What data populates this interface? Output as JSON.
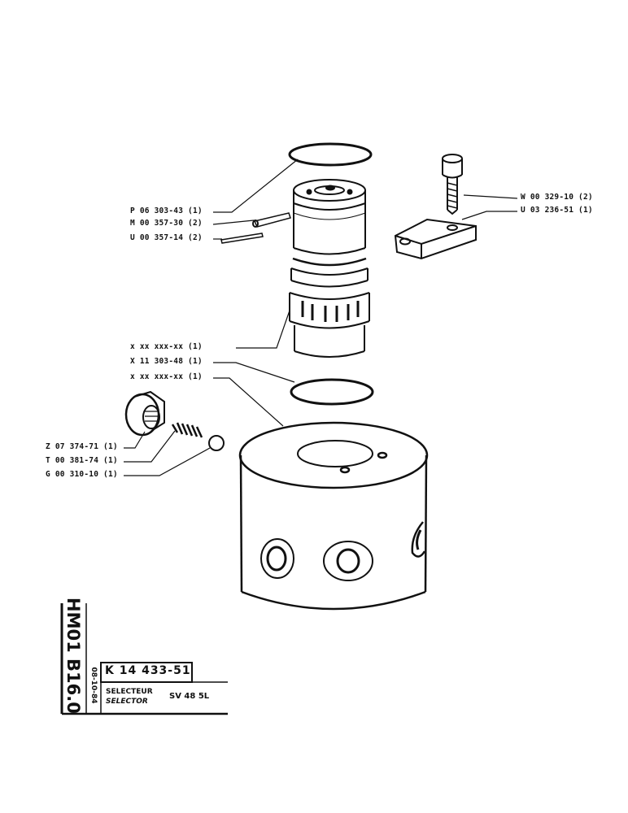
{
  "callouts": {
    "p06": "P 06 303-43 (1)",
    "m00": "M 00 357-30 (2)",
    "u00": "U 00 357-14 (2)",
    "w00": "W 00 329-10 (2)",
    "u03": "U 03 236-51 (1)",
    "xxx1": "x xx xxx-xx (1)",
    "x11": "X 11 303-48 (1)",
    "xxx2": "x xx xxx-xx (1)",
    "z07": "Z 07 374-71 (1)",
    "t00": "T 00 381-74 (1)",
    "g00": "G 00 310-10 (1)"
  },
  "title_block": {
    "sheet_code": "HM01 B16.0",
    "date": "08-10-84",
    "part_number": "K 14 433-51",
    "name_fr": "SELECTEUR",
    "name_en": "SELECTOR",
    "model": "SV 48 5L"
  }
}
